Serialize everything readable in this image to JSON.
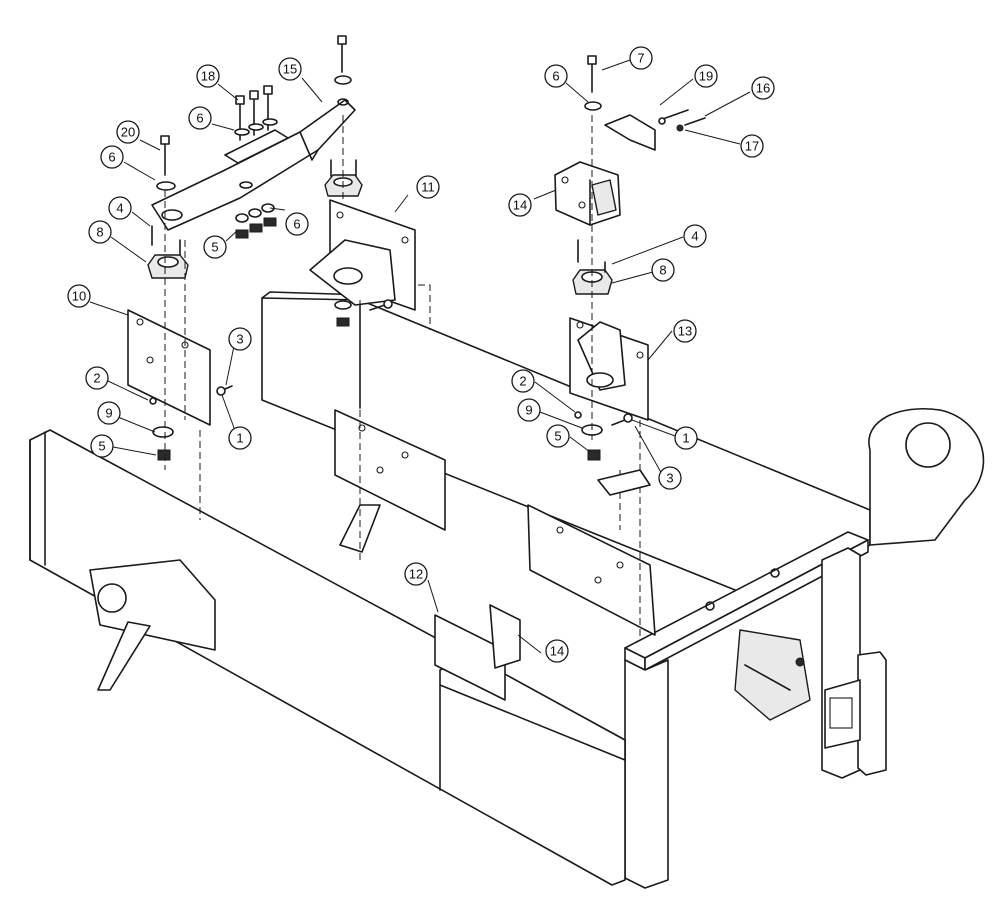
{
  "colors": {
    "line": "#1a1a1a",
    "background": "#ffffff",
    "shade": "#e9e9e9"
  },
  "callouts": [
    {
      "id": "c20",
      "label": "20"
    },
    {
      "id": "c18",
      "label": "18"
    },
    {
      "id": "c15",
      "label": "15"
    },
    {
      "id": "c6a",
      "label": "6"
    },
    {
      "id": "c6b",
      "label": "6"
    },
    {
      "id": "c6c",
      "label": "6"
    },
    {
      "id": "c4a",
      "label": "4"
    },
    {
      "id": "c8a",
      "label": "8"
    },
    {
      "id": "c5a",
      "label": "5"
    },
    {
      "id": "c11",
      "label": "11"
    },
    {
      "id": "c10",
      "label": "10"
    },
    {
      "id": "c3a",
      "label": "3"
    },
    {
      "id": "c2a",
      "label": "2"
    },
    {
      "id": "c1a",
      "label": "1"
    },
    {
      "id": "c9a",
      "label": "9"
    },
    {
      "id": "c5b",
      "label": "5"
    },
    {
      "id": "c6d",
      "label": "6"
    },
    {
      "id": "c7",
      "label": "7"
    },
    {
      "id": "c19",
      "label": "19"
    },
    {
      "id": "c16",
      "label": "16"
    },
    {
      "id": "c17",
      "label": "17"
    },
    {
      "id": "c14a",
      "label": "14"
    },
    {
      "id": "c4b",
      "label": "4"
    },
    {
      "id": "c8b",
      "label": "8"
    },
    {
      "id": "c13",
      "label": "13"
    },
    {
      "id": "c2b",
      "label": "2"
    },
    {
      "id": "c9b",
      "label": "9"
    },
    {
      "id": "c1b",
      "label": "1"
    },
    {
      "id": "c5c",
      "label": "5"
    },
    {
      "id": "c3b",
      "label": "3"
    },
    {
      "id": "c12",
      "label": "12"
    },
    {
      "id": "c14b",
      "label": "14"
    }
  ]
}
